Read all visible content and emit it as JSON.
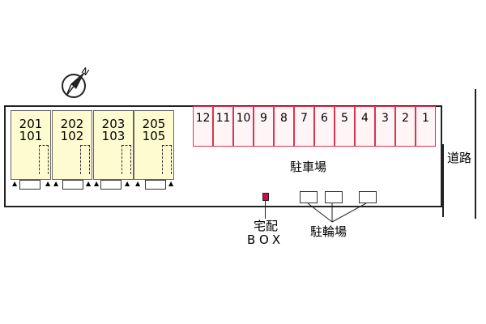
{
  "units": [
    {
      "upper": "201",
      "lower": "101"
    },
    {
      "upper": "202",
      "lower": "102"
    },
    {
      "upper": "203",
      "lower": "103"
    },
    {
      "upper": "205",
      "lower": "105"
    }
  ],
  "parking_spaces": [
    "12",
    "11",
    "10",
    "9",
    "8",
    "7",
    "6",
    "5",
    "4",
    "3",
    "2",
    "1"
  ],
  "labels": {
    "compass_north": "N",
    "parking": "駐車場",
    "road": "道路",
    "delivery_box_line1": "宅配",
    "delivery_box_line2": "BOX",
    "bicycle_parking": "駐輪場"
  },
  "colors": {
    "unit_fill": "#fffbd0",
    "parking_border": "#d8354f",
    "delivery_box": "#e0004a"
  }
}
